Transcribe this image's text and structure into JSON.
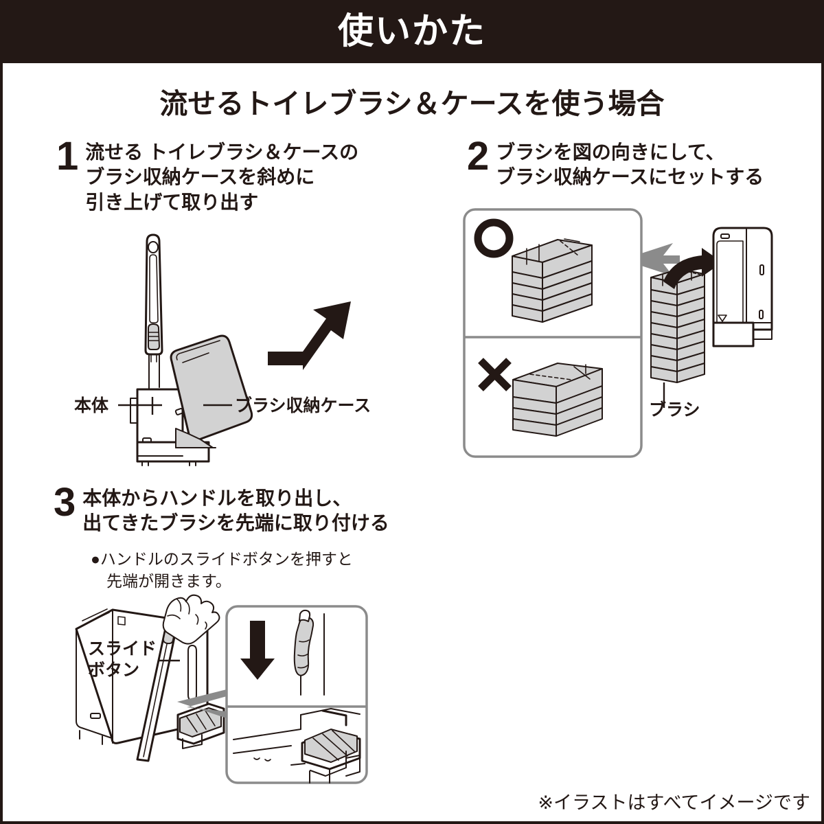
{
  "page": {
    "title": "使いかた",
    "subtitle": "流せるトイレブラシ＆ケースを使う場合",
    "footer_note": "※イラストはすべてイメージです",
    "colors": {
      "ink": "#231815",
      "header_bg": "#231815",
      "callout_border": "#8b8b8b",
      "fill_gray": "#d2d2d2",
      "fill_light": "#ffffff"
    }
  },
  "steps": [
    {
      "number": "1",
      "text": "流せる トイレブラシ＆ケースの\nブラシ収納ケースを斜めに\n引き上げて取り出す",
      "labels": [
        {
          "id": "main-body",
          "text": "本体"
        },
        {
          "id": "brush-storage-case",
          "text": "ブラシ収納ケース"
        }
      ]
    },
    {
      "number": "2",
      "text": "ブラシを図の向きにして、\nブラシ収納ケースにセットする",
      "marks": [
        {
          "id": "correct",
          "glyph": "○"
        },
        {
          "id": "incorrect",
          "glyph": "✕"
        }
      ],
      "labels": [
        {
          "id": "brush",
          "text": "ブラシ"
        }
      ]
    },
    {
      "number": "3",
      "text": "本体からハンドルを取り出し、\n出てきたブラシを先端に取り付ける",
      "note": "●ハンドルのスライドボタンを押すと\n　先端が開きます。",
      "labels": [
        {
          "id": "slide-button",
          "text": "スライド\nボタン"
        }
      ]
    }
  ],
  "icons": {
    "arrow_up_right": "arrow-up-right-icon",
    "arrow_curved": "curved-arrow-icon",
    "arrow_down": "arrow-down-icon",
    "circle_mark": "circle-ok-icon",
    "cross_mark": "cross-ng-icon"
  }
}
